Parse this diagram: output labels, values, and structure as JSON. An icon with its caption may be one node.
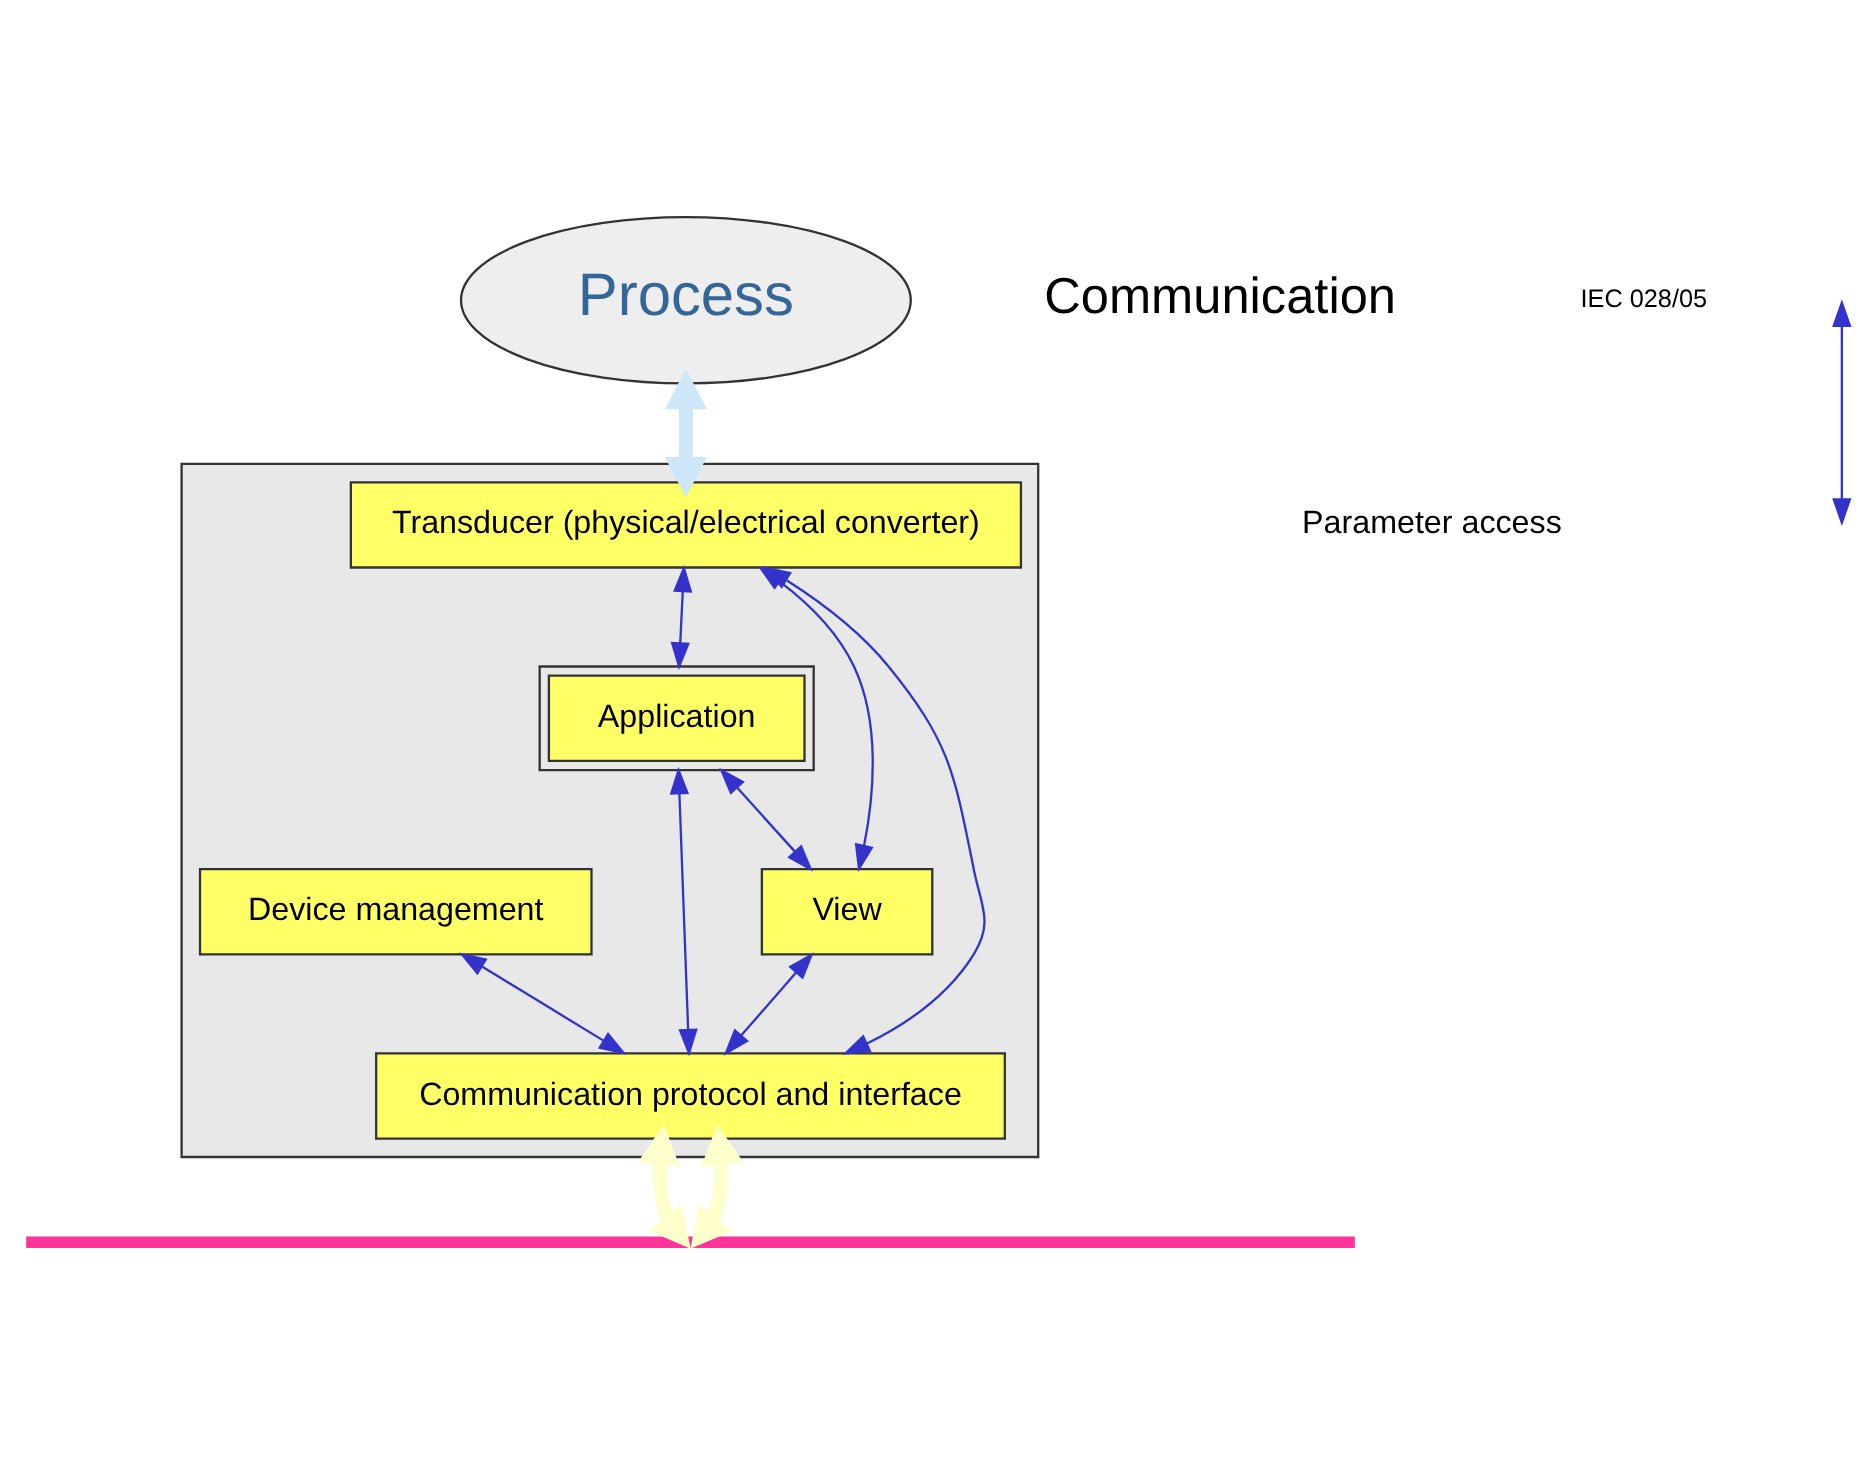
{
  "diagram": {
    "nodes": [
      {
        "text": [
          "Process"
        ]
      },
      {
        "text": [],
        "shape": "box"
      },
      {
        "text": [
          "Transducer (physical/electrical converter)"
        ],
        "in": 1
      },
      {
        "text": [
          "Application"
        ],
        "in": 1
      },
      {
        "text": [
          "View"
        ],
        "in": 1
      },
      {
        "text": [
          "Device management"
        ],
        "in": 1
      },
      {
        "text": [
          "Communication protocol and interface"
        ],
        "in": 1
      },
      {
        "text": [],
        "shape": "bar"
      }
    ],
    "edges": [
      {
        "from": 0,
        "to": 2,
        "arrow": "both",
        "style": "thick",
        "color": "#cce8f8"
      },
      {
        "from": 2,
        "to": 3,
        "arrow": "both"
      },
      {
        "from": 2,
        "to": 4,
        "arrow": "both"
      },
      {
        "from": 3,
        "to": 4,
        "arrow": "both"
      },
      {
        "from": 2,
        "to": 6,
        "arrow": "both"
      },
      {
        "from": 4,
        "to": 6,
        "arrow": "both"
      },
      {
        "from": 3,
        "to": 6,
        "arrow": "both"
      },
      {
        "from": 5,
        "to": 6,
        "arrow": "both"
      },
      {
        "from": 6,
        "to": 7,
        "arrow": "both",
        "style": "thick",
        "color": "#ffffcc"
      },
      {
        "from": 6,
        "to": 7,
        "arrow": "both",
        "style": "thick",
        "color": "#ffffcc"
      }
    ],
    "labels": [
      "Communication",
      "IEC 028/05"
    ],
    "legend": [
      {
        "text": "Parameter access"
      }
    ]
  }
}
